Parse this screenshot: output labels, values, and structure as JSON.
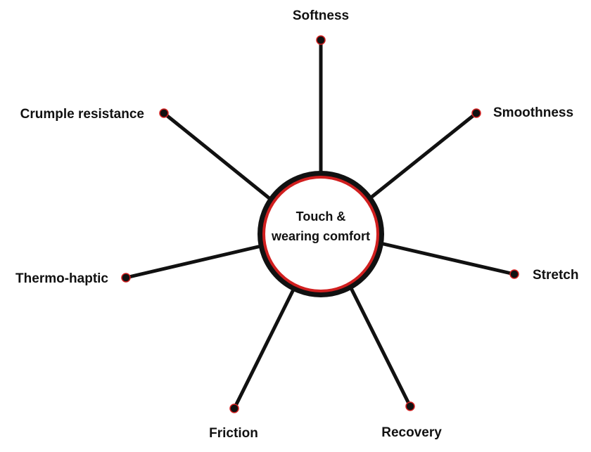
{
  "center": {
    "line1": "Touch &",
    "line2": "wearing comfort"
  },
  "attributes": {
    "softness": "Softness",
    "smoothness": "Smoothness",
    "stretch": "Stretch",
    "recovery": "Recovery",
    "friction": "Friction",
    "thermo_haptic": "Thermo-haptic",
    "crumple_resistance": "Crumple resistance"
  },
  "colors": {
    "line": "#111111",
    "ring_accent": "#d11f1f"
  }
}
